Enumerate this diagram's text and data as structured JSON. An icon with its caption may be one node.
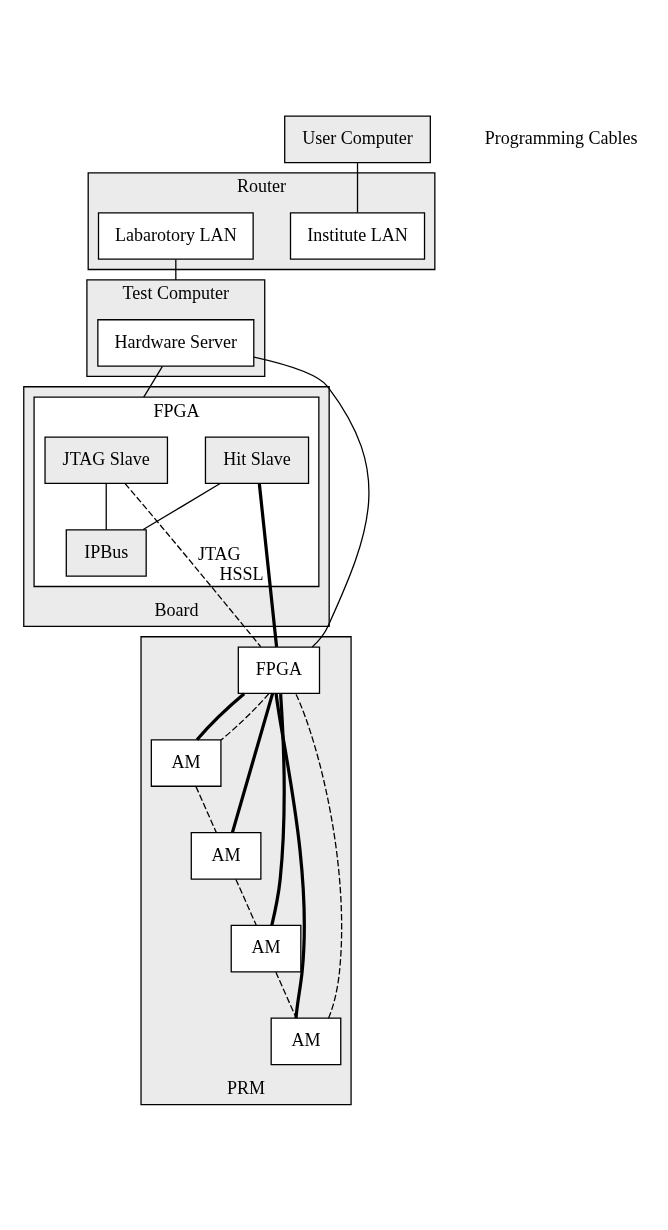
{
  "diagram": {
    "nodes": [
      {
        "text": [
          "User Computer"
        ]
      },
      {
        "text": [
          "Router"
        ]
      },
      {
        "text": [
          "Institute LAN"
        ],
        "in": 1
      },
      {
        "text": [
          "Labarotory LAN"
        ],
        "in": 1
      },
      {
        "text": [
          "Test Computer"
        ]
      },
      {
        "text": [
          "Hardware Server"
        ],
        "in": 4
      },
      {
        "text": [
          "Board"
        ]
      },
      {
        "text": [
          "FPGA"
        ],
        "in": 6
      },
      {
        "text": [
          "JTAG Slave"
        ],
        "in": 7
      },
      {
        "text": [
          "IPBus"
        ],
        "in": 7
      },
      {
        "text": [
          "Hit Slave"
        ],
        "in": 7
      },
      {
        "text": [
          "PRM"
        ]
      },
      {
        "text": [
          "FPGA"
        ],
        "in": 11
      },
      {
        "text": [
          "AM"
        ],
        "in": 11
      },
      {
        "text": [
          "AM"
        ],
        "in": 11
      },
      {
        "text": [
          "AM"
        ],
        "in": 11
      },
      {
        "text": [
          "AM"
        ],
        "in": 11
      }
    ],
    "edges": [
      {
        "from": 0,
        "to": 2,
        "arrow": "none"
      },
      {
        "from": 3,
        "to": 4,
        "arrow": "none"
      },
      {
        "from": 5,
        "to": 7,
        "arrow": "none"
      },
      {
        "from": 5,
        "to": 12,
        "arrow": "none"
      },
      {
        "from": 8,
        "to": 9,
        "arrow": "none"
      },
      {
        "from": 10,
        "to": 9,
        "arrow": "none"
      },
      {
        "from": 8,
        "to": 12,
        "arrow": "none",
        "label": "JTAG",
        "style": "dashed"
      },
      {
        "from": 10,
        "to": 12,
        "arrow": "none",
        "label": "HSSL",
        "style": "thick"
      },
      {
        "from": 12,
        "to": 13,
        "arrow": "none",
        "style": "thick"
      },
      {
        "from": 12,
        "to": 14,
        "arrow": "none",
        "style": "thick"
      },
      {
        "from": 12,
        "to": 15,
        "arrow": "none",
        "style": "thick"
      },
      {
        "from": 12,
        "to": 16,
        "arrow": "none",
        "style": "thick"
      },
      {
        "from": 12,
        "to": 13,
        "arrow": "none",
        "style": "dashed"
      },
      {
        "from": 13,
        "to": 14,
        "arrow": "none",
        "style": "dashed"
      },
      {
        "from": 14,
        "to": 16,
        "arrow": "none",
        "style": "dashed"
      },
      {
        "from": 16,
        "to": 15,
        "arrow": "none",
        "style": "dashed"
      },
      {
        "from": 15,
        "to": 12,
        "arrow": "none",
        "style": "dashed"
      }
    ],
    "labels": [
      "Programming Cables"
    ]
  }
}
